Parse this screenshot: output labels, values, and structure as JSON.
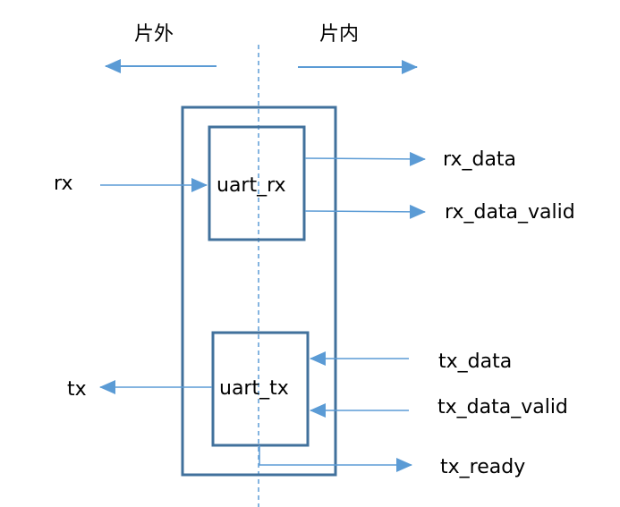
{
  "colors": {
    "box_stroke": "#41719C",
    "arrow": "#5B9BD5",
    "divider": "#5B9BD5",
    "text": "#000000"
  },
  "zones": {
    "off_chip": "片外",
    "on_chip": "片内"
  },
  "blocks": {
    "rx": "uart_rx",
    "tx": "uart_tx"
  },
  "signals": {
    "rx": "rx",
    "tx": "tx",
    "rx_data": "rx_data",
    "rx_data_valid": "rx_data_valid",
    "tx_data": "tx_data",
    "tx_data_valid": "tx_data_valid",
    "tx_ready": "tx_ready"
  }
}
